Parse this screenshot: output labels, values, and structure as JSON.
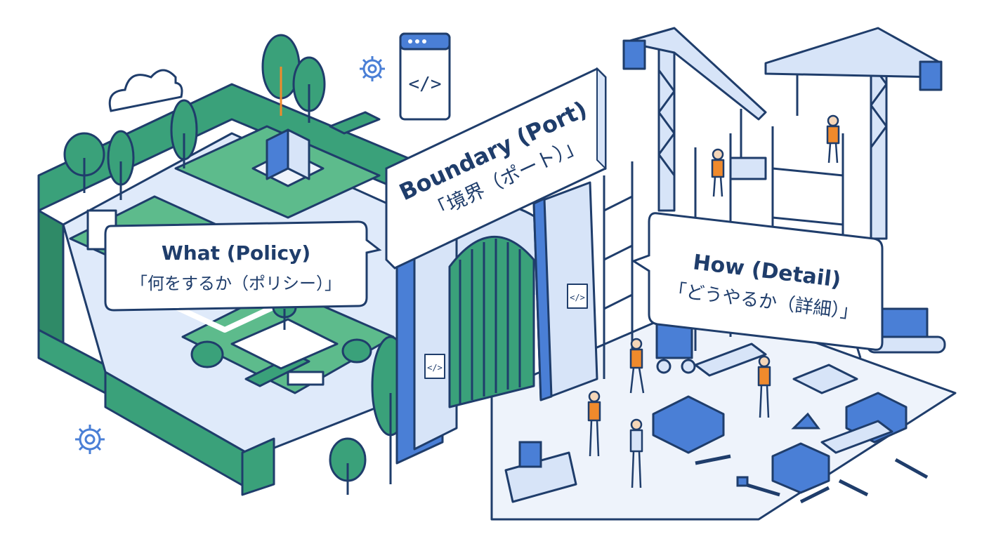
{
  "labels": {
    "policy": {
      "title": "What (Policy)",
      "subtitle": "「何をするか（ポリシー）」"
    },
    "port": {
      "title": "Boundary (Port)",
      "subtitle": "「境界（ポート）」"
    },
    "detail": {
      "title": "How (Detail)",
      "subtitle": "「どうやるか（詳細）」"
    }
  },
  "icons": {
    "code_glyph": "</>"
  },
  "colors": {
    "outline": "#1f3d6b",
    "green": "#3aa17a",
    "green_light": "#6fcf97",
    "blue": "#4a7fd6",
    "blue_light": "#d7e4f8",
    "blue_pale": "#eef3fb",
    "orange": "#f08a2c"
  }
}
